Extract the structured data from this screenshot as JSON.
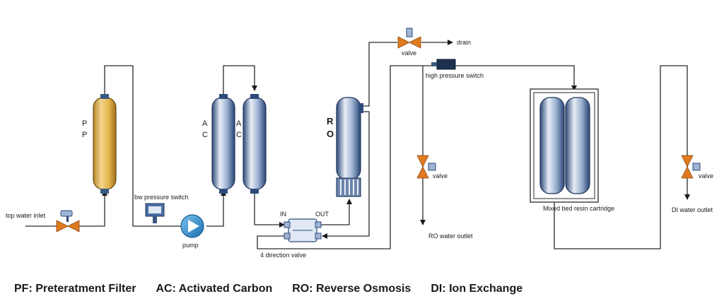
{
  "labels": {
    "inlet": "top water inlet",
    "bw_switch": "bw pressure switch",
    "pump": "pump",
    "pf_letter_1": "P",
    "pf_letter_2": "P",
    "ac_letter_a": "A",
    "ac_letter_c": "C",
    "ro_letter_r": "R",
    "ro_letter_o": "O",
    "in": "IN",
    "out": "OUT",
    "four_way_valve": "4 direction valve",
    "drain_valve": "valve",
    "drain": "drain",
    "high_pressure_switch": "high pressure switch",
    "ro_valve": "valve",
    "ro_outlet": "RO water outlet",
    "mixed_bed": "Mixed bed resin cartridge",
    "di_valve": "valve",
    "di_outlet": "DI water outlet"
  },
  "legend": [
    "PF: Preteratment Filter",
    "AC: Activated Carbon",
    "RO: Reverse Osmosis",
    "DI: Ion Exchange"
  ],
  "colors": {
    "pf_vessel": "#e8b84e",
    "ac_vessel": "#4a6fa5",
    "ro_vessel": "#4a6fa5",
    "valve_body": "#e07a1f",
    "pump": "#2f8fd0"
  }
}
